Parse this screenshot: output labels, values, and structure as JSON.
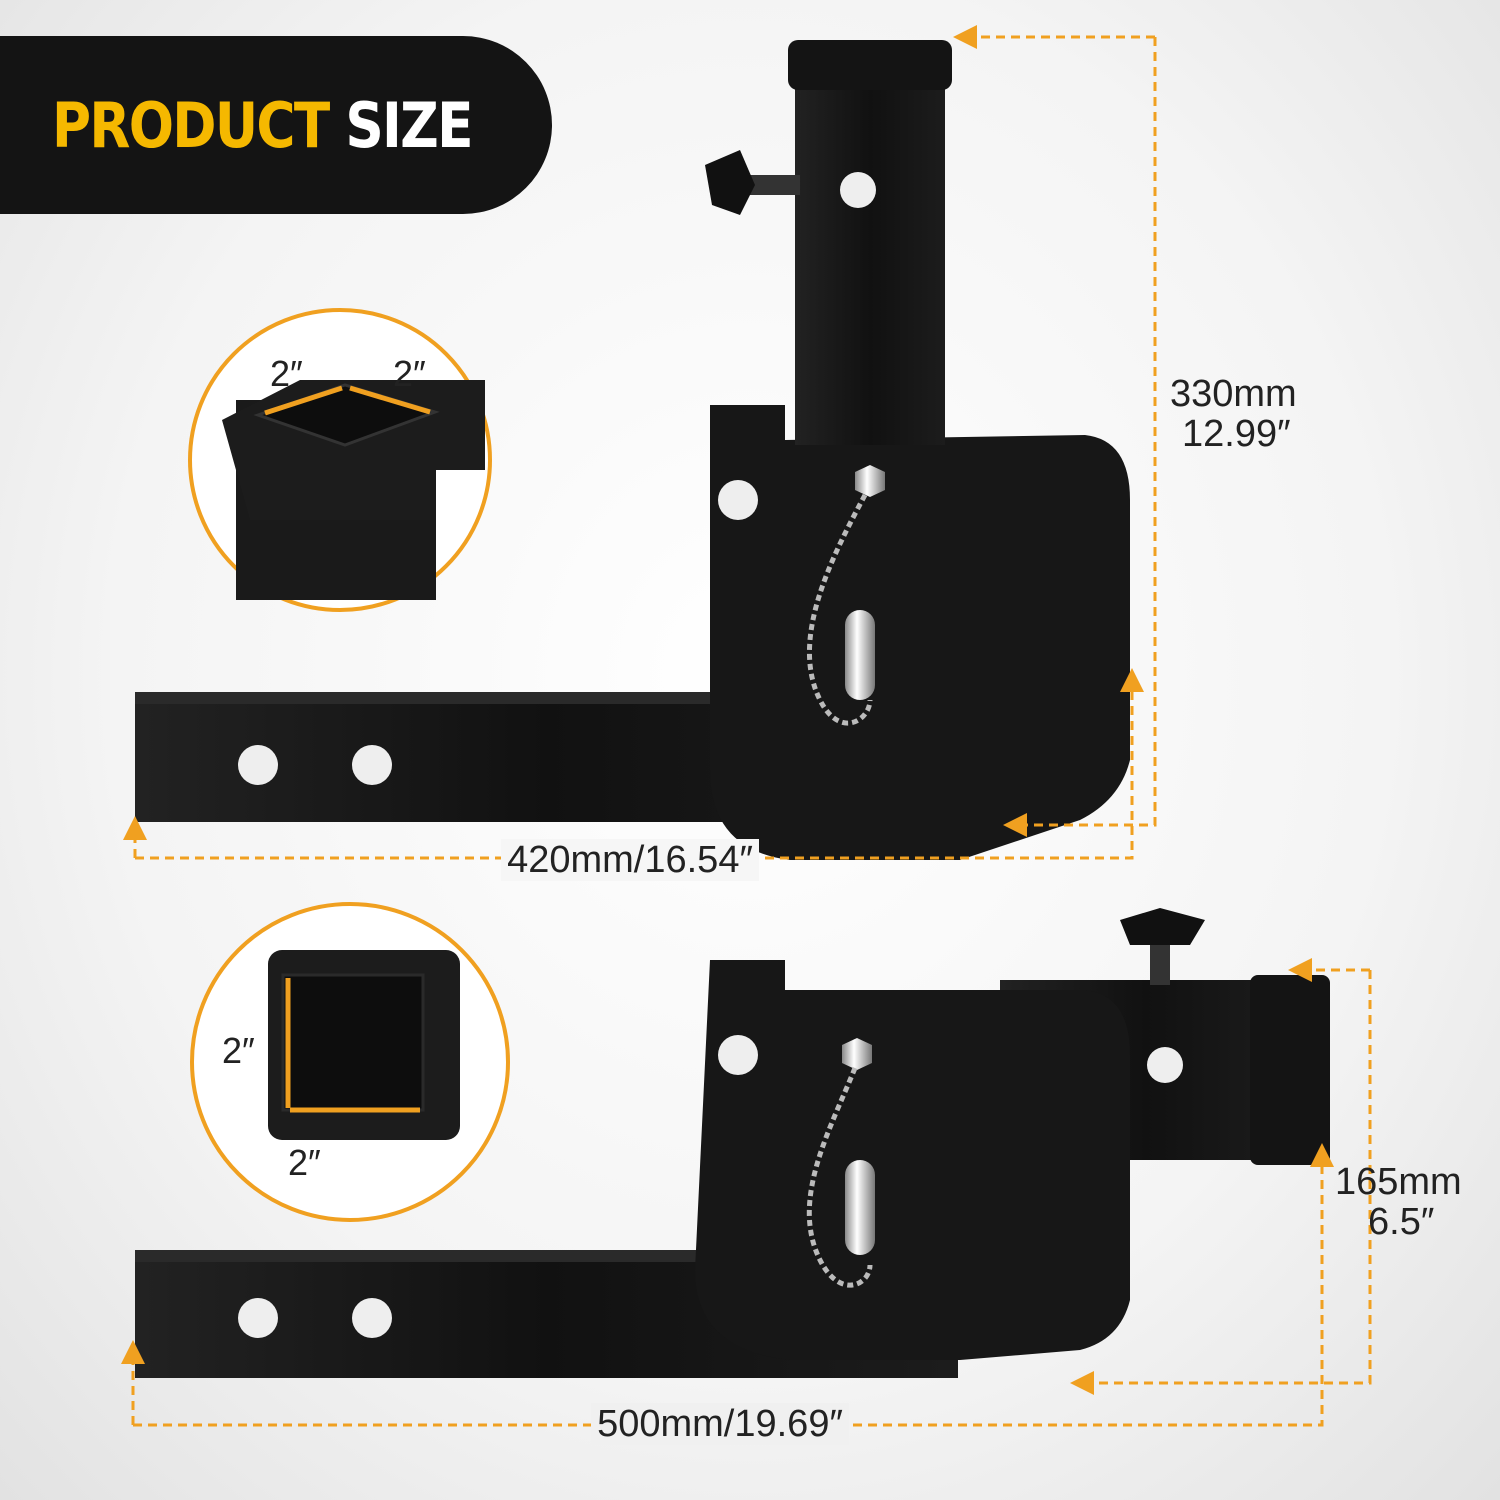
{
  "banner": {
    "title_highlight": "PRODUCT",
    "title_rest": "SIZE"
  },
  "colors": {
    "accent": "#F0A020",
    "banner_bg": "#141414",
    "title_yellow": "#F5B800",
    "product": "#1a1a1a"
  },
  "top_view": {
    "height_mm": "330mm",
    "height_in": "12.99″",
    "length": "420mm/16.54″",
    "inset_width": "2″",
    "inset_depth": "2″"
  },
  "bottom_view": {
    "height_mm": "165mm",
    "height_in": "6.5″",
    "length": "500mm/19.69″",
    "inset_height": "2″",
    "inset_width": "2″"
  }
}
